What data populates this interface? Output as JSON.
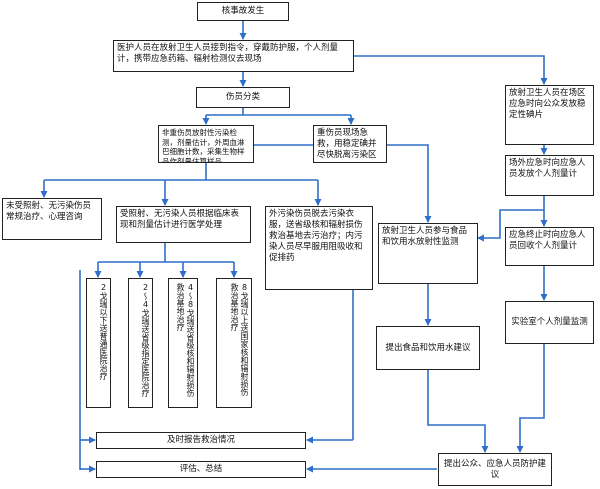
{
  "nodes": {
    "start": "核事故发生",
    "initial_response": "医护人员在放射卫生人员接到指令，穿戴防护服，个人剂量计，携带应急药箱、辐射检测仪去现场",
    "triage": "伤员分类",
    "contam_check": "非重伤员放射性污染检测，剂量估计，外周血淋巴细胞计数，采集生物样品作剂量估算样品",
    "severe_evac": "重伤员现场急救，用稳定碘并尽快脱离污染区",
    "public_notice": "放射卫生人员在场区应急时向公众发放稳定性碘片",
    "dosimeter_issue": "场外应急时向应急人员发放个人剂量计",
    "dosimeter_collect": "应急终止时向应急人员回收个人剂量计",
    "lab_dose_monitor": "实验室个人剂量监测",
    "no_contam": "未受照射、无污染伤员常规治疗、心理咨询",
    "irradiated": "受照射、无污染人员根据临床表现和剂量估计进行医学处理",
    "contaminated": "外污染伤员脱去污染衣服，送省级核和辐射损伤救治基地去污治疗；内污染人员尽早服用阻吸收和促排药",
    "water_monitor": "放射卫生人员参与食品和饮用水放射性监测",
    "grade_under2": "2戈瑞以下送普通医院治疗",
    "grade_2to4": "2～4戈瑞送省级指定医院治疗",
    "grade_4to8": "4～8戈瑞送省级核和辐射损伤救治基地治疗",
    "grade_over8": "8戈瑞以上送国家核和辐射损伤救治基地治疗",
    "food_advice": "提出食品和饮用水建议",
    "report": "及时报告救治情况",
    "evaluation": "评估、总结",
    "public_protection": "提出公众、应急人员防护建议"
  },
  "colors": {
    "arrow": "#2f6fc9",
    "border": "#222222"
  }
}
